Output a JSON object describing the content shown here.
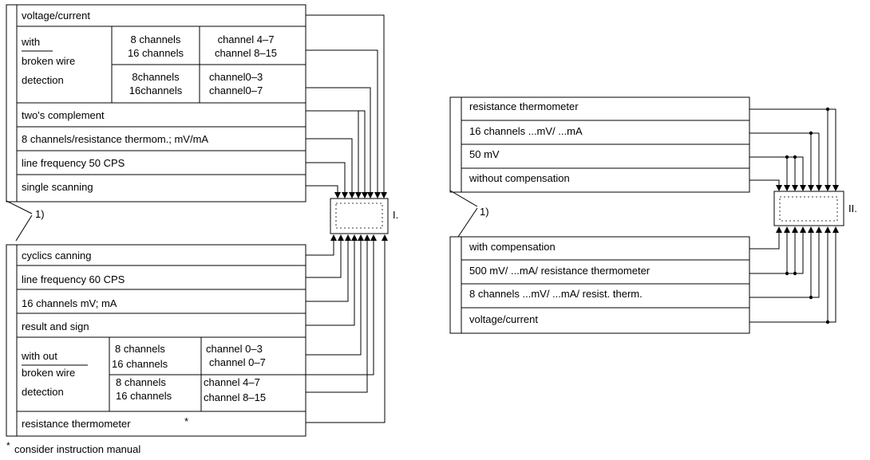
{
  "diagram1": {
    "top_rows": [
      "voltage/current",
      "two's complement",
      "8 channels/resistance thermom.; mV/mA",
      "line frequency 50 CPS",
      "single scanning"
    ],
    "top_group": {
      "label": [
        "with",
        "broken wire",
        "detection"
      ],
      "row1": {
        "channels": [
          "8 channels",
          "16 channels"
        ],
        "range": [
          "channel 4–7",
          "channel 8–15"
        ]
      },
      "row2": {
        "channels": [
          "8channels",
          "16channels"
        ],
        "range": [
          "channel0–3",
          "channel0–7"
        ]
      }
    },
    "footnote_ref": "1)",
    "bottom_rows": [
      "cyclics canning",
      "line frequency 60 CPS",
      "16 channels mV; mA",
      "result and sign"
    ],
    "bottom_group": {
      "label": [
        "with out",
        "broken wire",
        "detection"
      ],
      "row1": {
        "channels": [
          "8 channels",
          "16 channels"
        ],
        "range": [
          "channel 0–3",
          "channel 0–7"
        ]
      },
      "row2": {
        "channels": [
          "8 channels",
          "16 channels"
        ],
        "range": [
          "channel 4–7",
          "channel 8–15"
        ]
      }
    },
    "last_row": "resistance thermometer",
    "last_row_mark": "*",
    "switch_label": "I."
  },
  "diagram2": {
    "top_rows": [
      "resistance thermometer",
      "16 channels ...mV/ ...mA",
      "50 mV",
      "without compensation"
    ],
    "footnote_ref": "1)",
    "bottom_rows": [
      "with compensation",
      "500 mV/ ...mA/ resistance thermometer",
      "8 channels ...mV/ ...mA/ resist. therm.",
      "voltage/current"
    ],
    "switch_label": "II."
  },
  "footnote": {
    "mark": "*",
    "text": "consider instruction manual"
  }
}
